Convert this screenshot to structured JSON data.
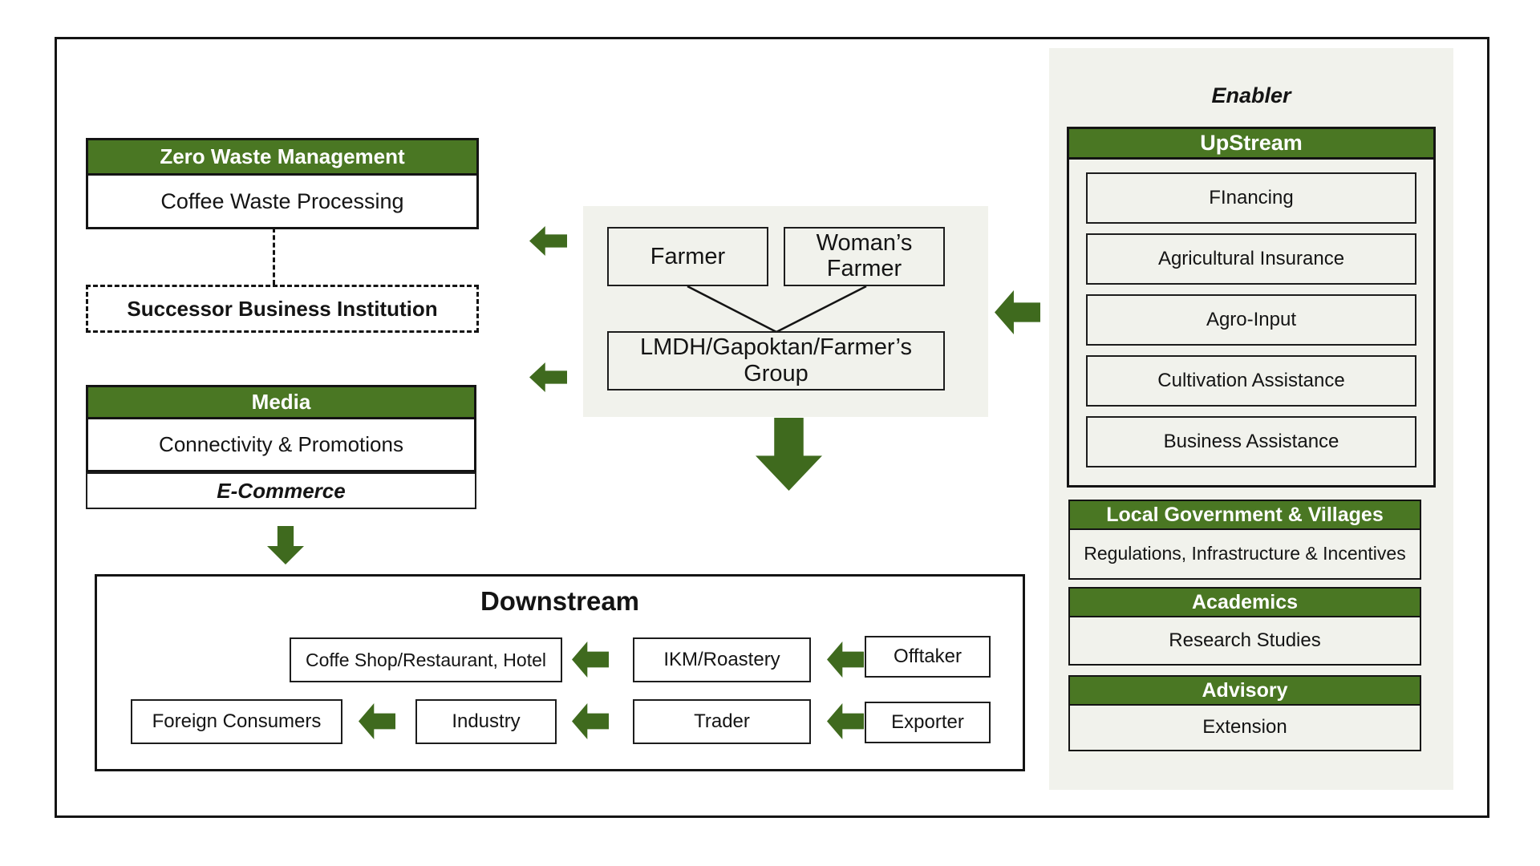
{
  "palette": {
    "header_green": "#4a7723",
    "arrow_green": "#3f6a1e",
    "panel_bg": "#f1f2ec",
    "line_dark": "#141414"
  },
  "left_column": {
    "zero_waste": {
      "header": "Zero Waste Management",
      "body": "Coffee Waste Processing"
    },
    "successor": {
      "label": "Successor Business Institution"
    },
    "media": {
      "header": "Media",
      "body": "Connectivity & Promotions",
      "ecommerce": "E-Commerce"
    }
  },
  "core": {
    "farmer": "Farmer",
    "woman_farmer": "Woman’s Farmer",
    "group": "LMDH/Gapoktan/Farmer’s Group"
  },
  "downstream": {
    "title": "Downstream",
    "row1": [
      "Coffe Shop/Restaurant, Hotel",
      "IKM/Roastery",
      "Offtaker"
    ],
    "row2": [
      "Foreign Consumers",
      "Industry",
      "Trader",
      "Exporter"
    ]
  },
  "enabler": {
    "title": "Enabler",
    "upstream": {
      "header": "UpStream",
      "items": [
        "FInancing",
        "Agricultural Insurance",
        "Agro-Input",
        "Cultivation Assistance",
        "Business Assistance"
      ]
    },
    "local_gov": {
      "header": "Local Government & Villages",
      "body": "Regulations, Infrastructure & Incentives"
    },
    "academics": {
      "header": "Academics",
      "body": "Research Studies"
    },
    "advisory": {
      "header": "Advisory",
      "body": "Extension"
    }
  }
}
